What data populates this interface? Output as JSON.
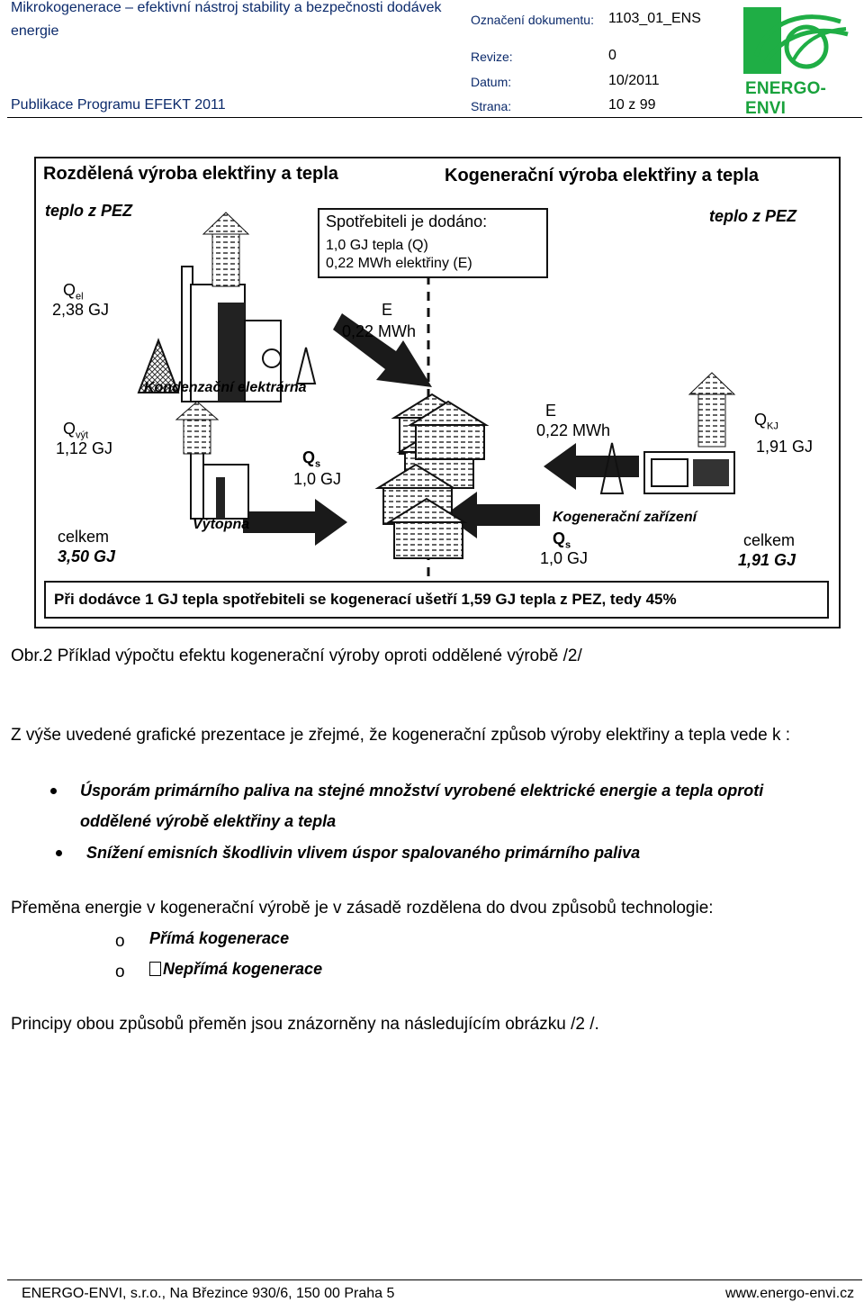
{
  "header": {
    "title_line1": "Mikrokogenerace – efektivní nástroj stability a bezpečnosti dodávek",
    "title_line2": "energie",
    "publication": "Publikace Programu EFEKT 2011",
    "doc_label": "Označení dokumentu:",
    "doc_value": "1103_01_ENS",
    "rev_label": "Revize:",
    "rev_value": "0",
    "date_label": "Datum:",
    "date_value": "10/2011",
    "page_label": "Strana:",
    "page_value": "10 z 99",
    "logo_text": "ENERGO-ENVI",
    "colors": {
      "brand_blue": "#0b2a6b",
      "logo_green": "#19a23c"
    }
  },
  "figure": {
    "left_title": "Rozdělená výroba elektřiny a tepla",
    "right_title": "Kogenerační výroba elektřiny a tepla",
    "left_source": "teplo z PEZ",
    "right_source": "teplo z PEZ",
    "supplied_box": {
      "title": "Spotřebiteli je dodáno:",
      "line1": "1,0 GJ tepla (Q)",
      "line2": "0,22 MWh elektřiny (E)"
    },
    "q_el_label": "Q",
    "q_el_sub": "el",
    "q_el_value": "2,38 GJ",
    "e_left_label": "E",
    "e_left_value": "0,22 MWh",
    "condensing_plant": "Kondenzační elektrárna",
    "q_vyt_label": "Q",
    "q_vyt_sub": "výt",
    "q_vyt_value": "1,12 GJ",
    "qs_left_label": "Q",
    "qs_left_sub": "s",
    "qs_left_value": "1,0 GJ",
    "heating_plant": "Výtopna",
    "total_left_label": "celkem",
    "total_left_value": "3,50 GJ",
    "e_right_label": "E",
    "e_right_value": "0,22 MWh",
    "q_kj_label": "Q",
    "q_kj_sub": "KJ",
    "q_kj_value": "1,91 GJ",
    "chp_unit": "Kogenerační zařízení",
    "qs_right_label": "Q",
    "qs_right_sub": "s",
    "qs_right_value": "1,0 GJ",
    "total_right_label": "celkem",
    "total_right_value": "1,91 GJ",
    "summary": "Při dodávce 1 GJ tepla spotřebiteli se kogenerací ušetří 1,59 GJ tepla z PEZ, tedy 45%"
  },
  "body": {
    "caption": "Obr.2 Příklad výpočtu efektu kogenerační výroby oproti oddělené výrobě /2/",
    "intro": "Z výše uvedené grafické prezentace je zřejmé, že kogenerační způsob výroby elektřiny a tepla vede k :",
    "bullet1_line1": "Úsporám primárního paliva na stejné množství vyrobené elektrické energie a tepla oproti",
    "bullet1_line2": "oddělené výrobě elektřiny a tepla",
    "bullet2": "Snížení emisních škodlivin vlivem úspor spalovaného primárního paliva",
    "transform": "Přeměna energie v kogenerační výrobě je v zásadě rozdělena do dvou způsobů technologie:",
    "sub_marker": "o",
    "sub1": "Přímá kogenerace",
    "sub2": "Nepřímá kogenerace",
    "principles": "Principy obou způsobů přeměn jsou znázorněny na následujícím obrázku /2 /."
  },
  "footer": {
    "left": "ENERGO-ENVI, s.r.o., Na Březince 930/6, 150 00 Praha 5",
    "right": "www.energo-envi.cz"
  }
}
